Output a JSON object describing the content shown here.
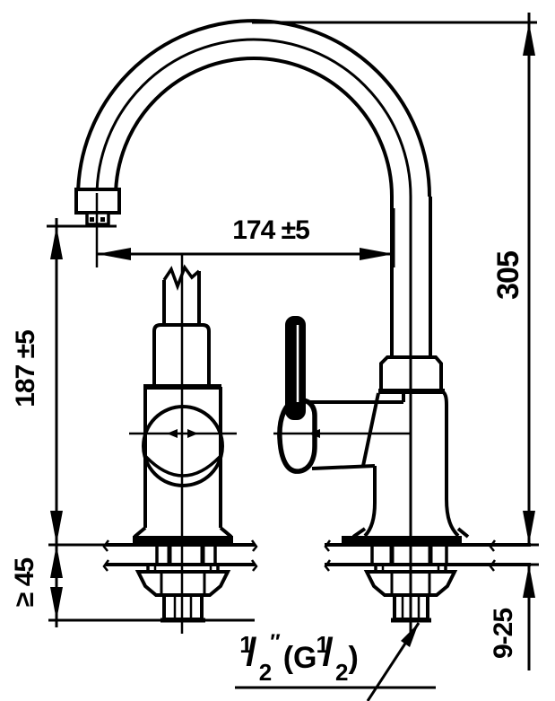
{
  "dimensions": {
    "spout_reach": "174 ±5",
    "spout_height": "187 ±5",
    "total_height": "305",
    "min_clearance": "≥ 45",
    "deck_thickness": "9-25"
  },
  "thread_label": {
    "numerator": "1",
    "denominator": "2",
    "slash": "/",
    "inch_mark": "″",
    "alt_open": "(G",
    "alt_numerator": "1",
    "alt_denominator": "2",
    "alt_close": ")"
  },
  "colors": {
    "line": "#000000",
    "background": "#ffffff"
  }
}
